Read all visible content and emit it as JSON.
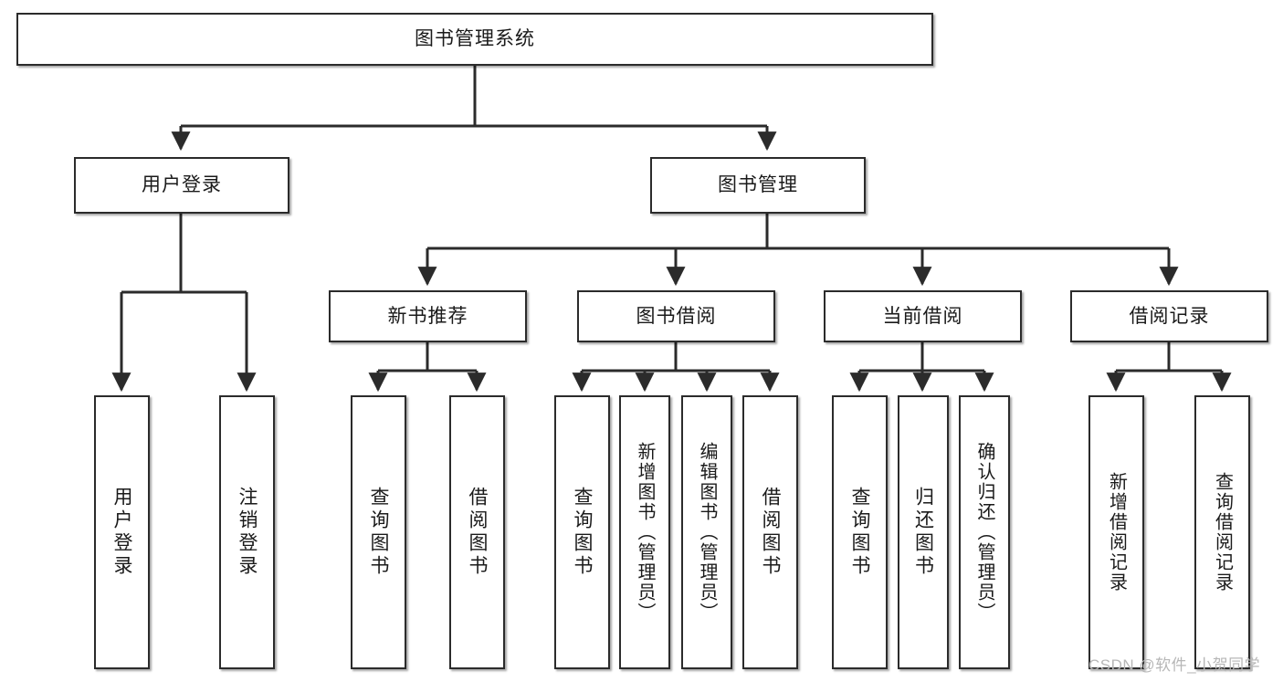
{
  "diagram": {
    "title": "图书管理系统",
    "type": "tree-hierarchy-chart",
    "levels": {
      "root": {
        "label": "图书管理系统"
      },
      "level2": [
        {
          "id": "user-login",
          "label": "用户登录"
        },
        {
          "id": "book-manage",
          "label": "图书管理"
        }
      ],
      "level3": [
        {
          "id": "new-book-recommend",
          "label": "新书推荐",
          "parent": "book-manage"
        },
        {
          "id": "book-borrow",
          "label": "图书借阅",
          "parent": "book-manage"
        },
        {
          "id": "current-borrow",
          "label": "当前借阅",
          "parent": "book-manage"
        },
        {
          "id": "borrow-record",
          "label": "借阅记录",
          "parent": "book-manage"
        }
      ],
      "leaves": [
        {
          "id": "leaf-user-login",
          "label": "用户登录",
          "parent": "user-login"
        },
        {
          "id": "leaf-logout-login",
          "label": "注销登录",
          "parent": "user-login"
        },
        {
          "id": "leaf-query-book-1",
          "label": "查询图书",
          "parent": "new-book-recommend"
        },
        {
          "id": "leaf-borrow-book-1",
          "label": "借阅图书",
          "parent": "new-book-recommend"
        },
        {
          "id": "leaf-query-book-2",
          "label": "查询图书",
          "parent": "book-borrow"
        },
        {
          "id": "leaf-add-book-admin",
          "label": "新增图书（管理员）",
          "parent": "book-borrow"
        },
        {
          "id": "leaf-edit-book-admin",
          "label": "编辑图书（管理员）",
          "parent": "book-borrow"
        },
        {
          "id": "leaf-borrow-book-2",
          "label": "借阅图书",
          "parent": "book-borrow"
        },
        {
          "id": "leaf-query-book-3",
          "label": "查询图书",
          "parent": "current-borrow"
        },
        {
          "id": "leaf-return-book",
          "label": "归还图书",
          "parent": "current-borrow"
        },
        {
          "id": "leaf-confirm-return-admin",
          "label": "确认归还（管理员）",
          "parent": "current-borrow"
        },
        {
          "id": "leaf-add-borrow-record",
          "label": "新增借阅记录",
          "parent": "borrow-record"
        },
        {
          "id": "leaf-query-borrow-record",
          "label": "查询借阅记录",
          "parent": "borrow-record"
        }
      ]
    },
    "watermark": "CSDN @软件_小贺同学",
    "colors": {
      "box_border": "#2b2b2b",
      "box_fill": "#ffffff",
      "connector": "#2b2b2b",
      "text": "#1a1a1a",
      "watermark": "#b7b7b7",
      "background": "#ffffff"
    }
  }
}
